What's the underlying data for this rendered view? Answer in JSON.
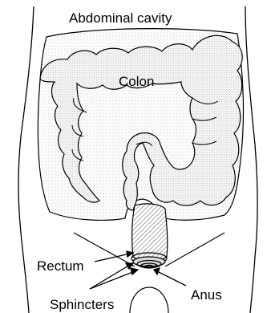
{
  "labels": {
    "abdominal_cavity": "Abdominal cavity",
    "colon": "Colon",
    "rectum": "Rectum",
    "sphincters": "Sphincters",
    "anus": "Anus"
  },
  "colors": {
    "ink": "#000000",
    "stipple": "#9a9a9a",
    "background": "#ffffff"
  }
}
